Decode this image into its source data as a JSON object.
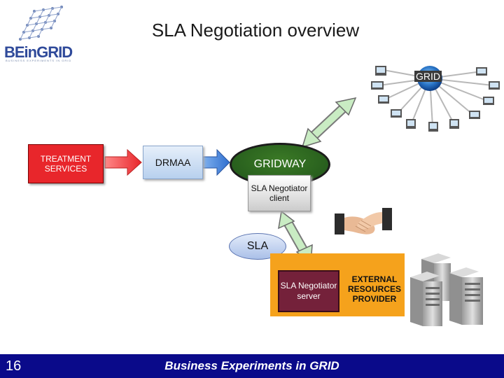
{
  "title": "SLA Negotiation overview",
  "logo": {
    "text": "BEinGRID",
    "subtitle": "BUSINESS EXPERIMENTS IN GRID"
  },
  "nodes": {
    "treatment": "TREATMENT SERVICES",
    "drmaa": "DRMAA",
    "gridway": "GRIDWAY",
    "sla_client": "SLA Negotiator client",
    "sla": "SLA",
    "sla_server": "SLA Negotiator server",
    "external": "EXTERNAL RESOURCES PROVIDER",
    "grid": "GRID"
  },
  "footer": {
    "page_number": "16",
    "text": "Business Experiments in GRID"
  },
  "icons": [
    "logo-grid-icon",
    "grid-network-icon",
    "handshake-icon",
    "servers-icon"
  ],
  "colors": {
    "treatment": "#e8262b",
    "gridway": "#2c6b20",
    "orange_panel": "#f5a21c",
    "sla_server": "#74213a",
    "footer": "#0a0a8a"
  }
}
